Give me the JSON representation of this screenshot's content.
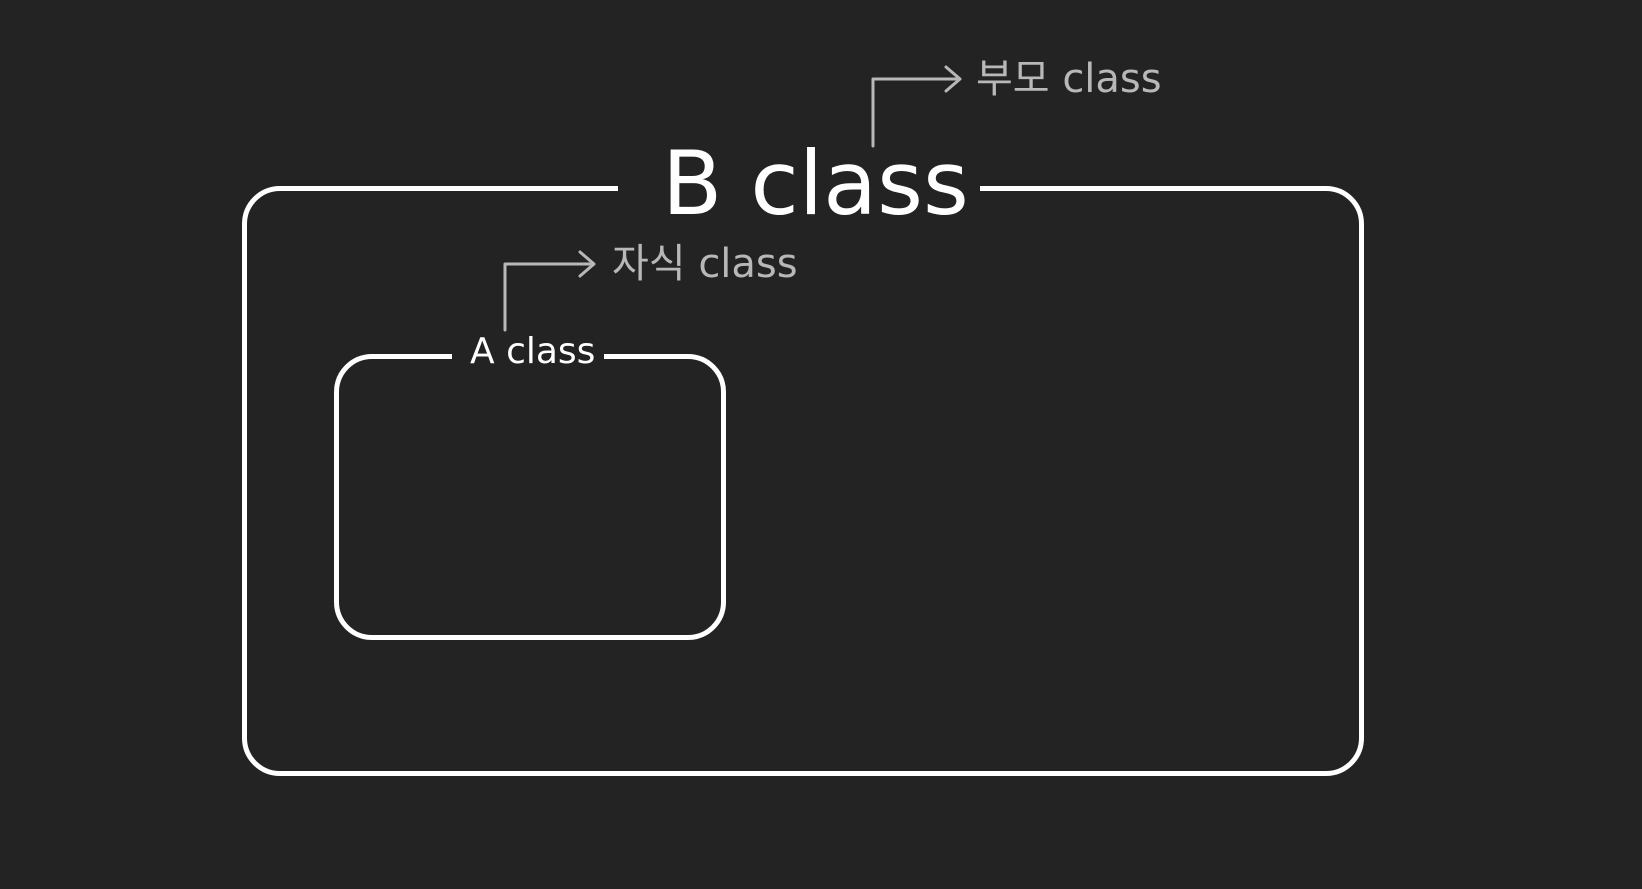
{
  "diagram": {
    "outer": {
      "label": "B class",
      "role_label": "부모 class"
    },
    "inner": {
      "label": "A class",
      "role_label": "자식 class"
    },
    "colors": {
      "background": "#232323",
      "box_stroke": "#ffffff",
      "annotation": "#b8b8b8"
    }
  }
}
